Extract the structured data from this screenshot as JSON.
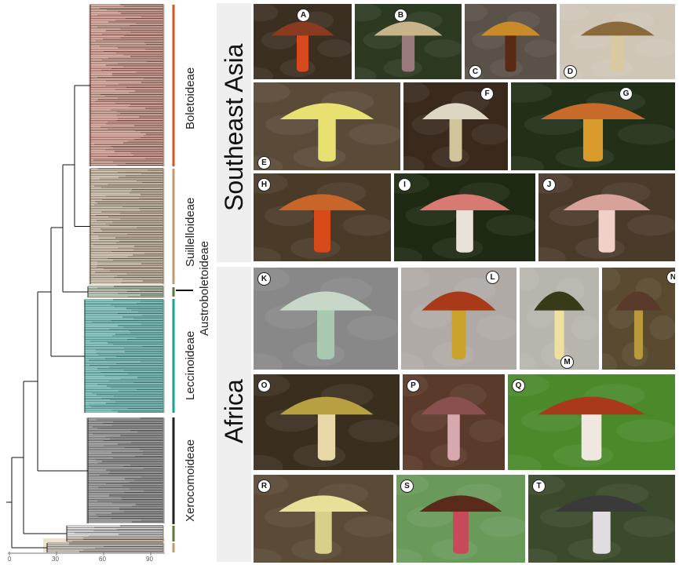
{
  "clades": [
    {
      "label": "Boletoideae",
      "color": "#d9531e",
      "fill": "#f6c9c0"
    },
    {
      "label": "Suillelloideae",
      "color": "#c49a6c",
      "fill": "#ece2d2"
    },
    {
      "label": "Austroboletoideae",
      "color": "#111111",
      "fill": "#dfe6d8"
    },
    {
      "label": "Leccinoideae",
      "color": "#16a39a",
      "fill": "#a8dcda"
    },
    {
      "label": "Xerocomoideae",
      "color": "#111111",
      "fill": "#bdbdbd"
    }
  ],
  "axis": {
    "ticks": [
      "0",
      "30",
      "60",
      "90"
    ]
  },
  "regions": [
    {
      "label": "Southeast Asia"
    },
    {
      "label": "Africa"
    }
  ],
  "panels": [
    {
      "letter": "A"
    },
    {
      "letter": "B"
    },
    {
      "letter": "C"
    },
    {
      "letter": "D"
    },
    {
      "letter": "E"
    },
    {
      "letter": "F"
    },
    {
      "letter": "G"
    },
    {
      "letter": "H"
    },
    {
      "letter": "I"
    },
    {
      "letter": "J"
    },
    {
      "letter": "K"
    },
    {
      "letter": "L"
    },
    {
      "letter": "M"
    },
    {
      "letter": "N"
    },
    {
      "letter": "O"
    },
    {
      "letter": "P"
    },
    {
      "letter": "Q"
    },
    {
      "letter": "R"
    },
    {
      "letter": "S"
    },
    {
      "letter": "T"
    }
  ]
}
